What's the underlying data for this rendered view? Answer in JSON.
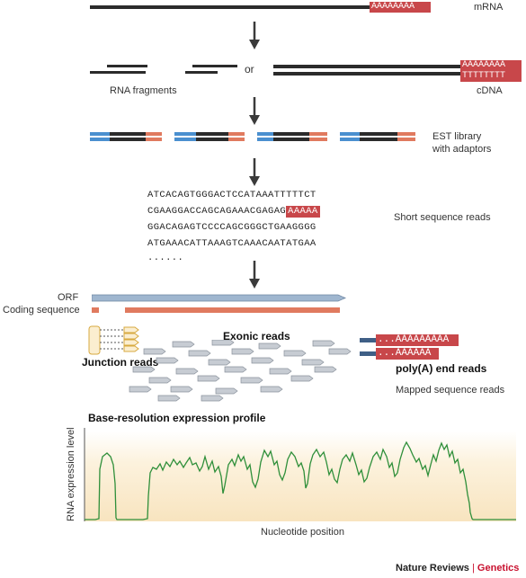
{
  "labels": {
    "mrna": "mRNA",
    "or": "or",
    "rna_fragments": "RNA fragments",
    "cdna": "cDNA",
    "est_library_line1": "EST library",
    "est_library_line2": "with adaptors",
    "short_sequence_reads": "Short sequence reads",
    "orf": "ORF",
    "coding_sequence": "Coding sequence",
    "exonic_reads": "Exonic reads",
    "junction_reads": "Junction reads",
    "polya_end_reads": "poly(A) end reads",
    "mapped_sequence_reads": "Mapped sequence reads",
    "profile_title": "Base-resolution expression profile",
    "y_axis": "RNA expression level",
    "x_axis": "Nucleotide position"
  },
  "tails": {
    "mrna_polyA": "AAAAAAAA",
    "cdna_polyA": "AAAAAAAA",
    "cdna_polyT": "TTTTTTTT",
    "read_polyA_1": "...AAAAAAAAA",
    "read_polyA_2": "...AAAAAA"
  },
  "reads": {
    "line1": "ATCACAGTGGGACTCCATAAATTTTTCT",
    "line2_prefix": "CGAAGGACCAGCAGAAACGAGAG",
    "line2_tail": "AAAAA",
    "line3": "GGACAGAGTCCCCAGCGGGCTGAAGGGG",
    "line4": "ATGAAACATTAAAGTCAAACAATATGAA",
    "ellipsis": "......"
  },
  "credit": {
    "journal": "Nature Reviews",
    "separator": "|",
    "subject": "Genetics"
  },
  "colors": {
    "strand": "#2b2b2b",
    "polyA": "#c8474a",
    "adaptor_blue": "#4a8fcf",
    "adaptor_red": "#e07a5f",
    "orf": "#9fb6cf",
    "coding": "#e07a5f",
    "profile_line": "#2f8f3a",
    "arrow": "#3a3a3a",
    "nature_red": "#c8102e"
  }
}
